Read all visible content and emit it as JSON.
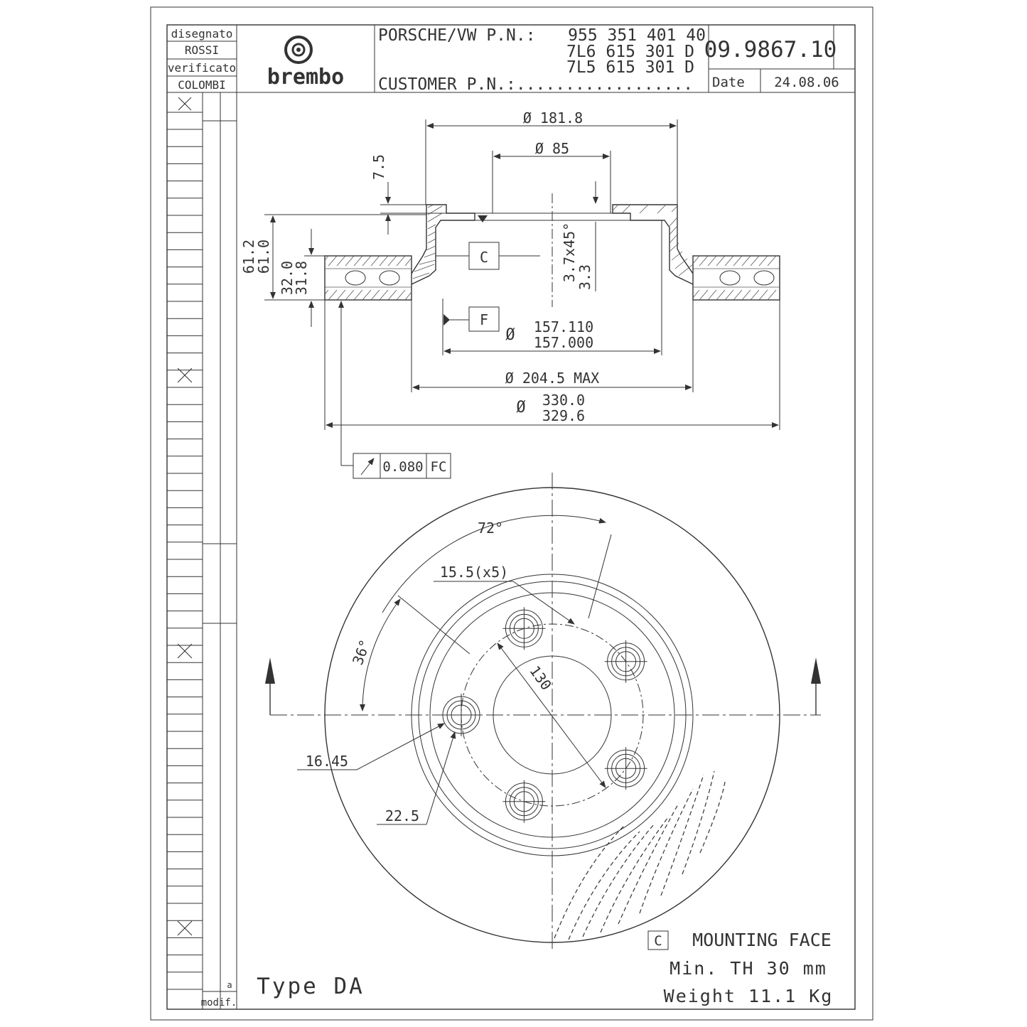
{
  "title_block": {
    "designed_label": "disegnato",
    "designed_by": "ROSSI",
    "checked_label": "verificato",
    "checked_by": "COLOMBI",
    "brand": "brembo",
    "oem_label": "PORSCHE/VW P.N.:",
    "oem_numbers": [
      "955 351 401 40",
      "7L6 615 301 D",
      "7L5 615 301 D"
    ],
    "customer_label": "CUSTOMER P.N.:..................",
    "part_number": "09.9867.10",
    "date_label": "Date",
    "date_value": "24.08.06"
  },
  "revision_column": {
    "modif_label": "modif.",
    "small_mark": "a"
  },
  "section_view": {
    "dim_hat_diameter": "Ø 181.8",
    "dim_bore_diameter": "Ø 85",
    "dim_hat_top": "7.5",
    "dim_height_max": "61.2",
    "dim_height_min": "61.0",
    "dim_thickness_max": "32.0",
    "dim_thickness_min": "31.8",
    "dim_chamfer_a": "3.7x45°",
    "dim_chamfer_b": "3.3",
    "datum_c": "C",
    "datum_f": "F",
    "dim_pilot_symbol": "Ø",
    "dim_pilot_max": "157.110",
    "dim_pilot_min": "157.000",
    "dim_inner_max": "Ø 204.5 MAX",
    "dim_outer_symbol": "Ø",
    "dim_outer_max": "330.0",
    "dim_outer_min": "329.6",
    "runout_value": "0.080",
    "runout_datums": "FC"
  },
  "front_view": {
    "angle_72": "72°",
    "angle_36": "36°",
    "holes": "15.5(x5)",
    "pcd": "130",
    "dim_16_45": "16.45",
    "dim_22_5": "22.5"
  },
  "notes": {
    "datum_box": "C",
    "mounting_face": "MOUNTING FACE",
    "min_th": "Min. TH 30 mm",
    "weight": "Weight 11.1 Kg",
    "type": "Type DA"
  }
}
